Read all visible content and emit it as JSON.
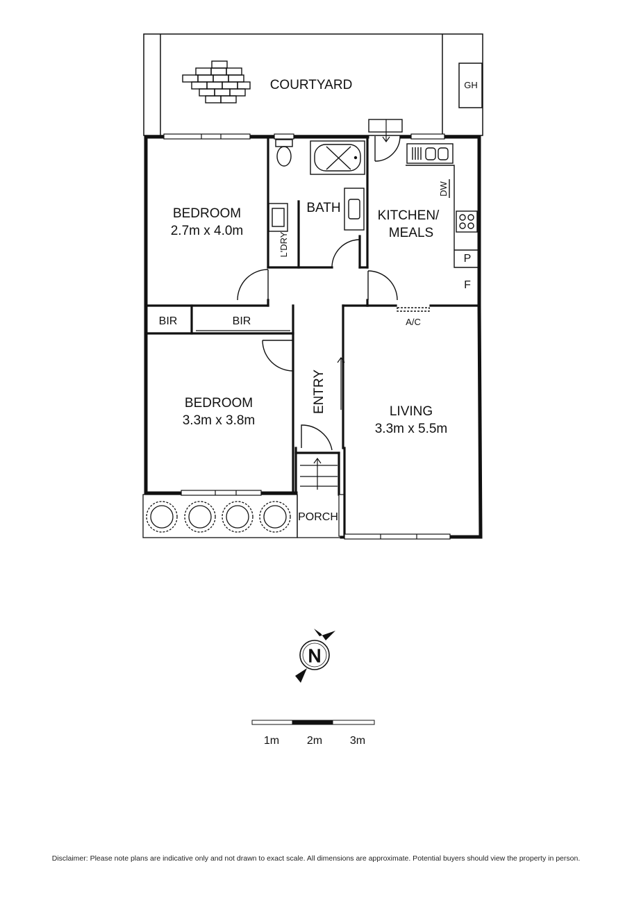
{
  "rooms": {
    "courtyard": {
      "name": "COURTYARD"
    },
    "gh": {
      "name": "GH"
    },
    "bedroom1": {
      "name": "BEDROOM",
      "size": "2.7m x 4.0m"
    },
    "bath": {
      "name": "BATH"
    },
    "laundry": {
      "name": "L'DRY"
    },
    "kitchen": {
      "name_line1": "KITCHEN/",
      "name_line2": "MEALS"
    },
    "dw": {
      "name": "DW"
    },
    "pantry": {
      "name": "P"
    },
    "fridge": {
      "name": "F"
    },
    "bir_small": {
      "name": "BIR"
    },
    "bir_large": {
      "name": "BIR"
    },
    "ac": {
      "name": "A/C"
    },
    "entry": {
      "name": "ENTRY"
    },
    "bedroom2": {
      "name": "BEDROOM",
      "size": "3.3m x 3.8m"
    },
    "living": {
      "name": "LIVING",
      "size": "3.3m x 5.5m"
    },
    "porch": {
      "name": "PORCH"
    }
  },
  "compass": {
    "label": "N"
  },
  "scale": {
    "labels": [
      "1m",
      "2m",
      "3m"
    ]
  },
  "disclaimer": "Disclaimer: Please note plans are indicative only and not drawn to exact scale. All dimensions are approximate. Potential buyers should view the property in person."
}
